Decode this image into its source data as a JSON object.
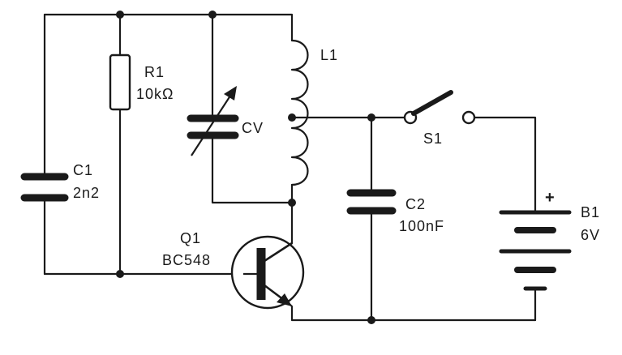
{
  "components": {
    "c1": {
      "ref": "C1",
      "value": "2n2"
    },
    "r1": {
      "ref": "R1",
      "value": "10kΩ"
    },
    "cv": {
      "ref": "CV"
    },
    "l1": {
      "ref": "L1"
    },
    "s1": {
      "ref": "S1"
    },
    "c2": {
      "ref": "C2",
      "value": "100nF"
    },
    "q1": {
      "ref": "Q1",
      "value": "BC548"
    },
    "b1": {
      "ref": "B1",
      "value": "6V",
      "polarity": "+"
    }
  }
}
